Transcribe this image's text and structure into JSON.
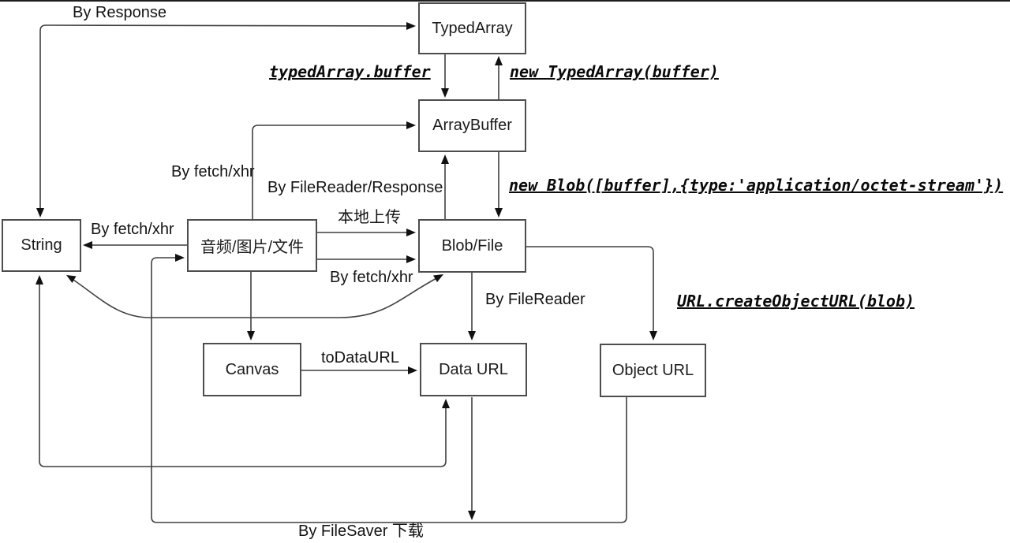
{
  "diagram": {
    "title_hint": "JavaScript binary data conversion flowchart",
    "colors": {
      "background": "#ffffff",
      "line": "#3f3f3f",
      "box_border": "#4d4d4d",
      "text": "#141414"
    },
    "nodes": {
      "typed_array": {
        "label": "TypedArray"
      },
      "array_buffer": {
        "label": "ArrayBuffer"
      },
      "string": {
        "label": "String"
      },
      "media_file": {
        "label": "音频/图片/文件"
      },
      "blob_file": {
        "label": "Blob/File"
      },
      "canvas": {
        "label": "Canvas"
      },
      "data_url": {
        "label": "Data URL"
      },
      "object_url": {
        "label": "Object URL"
      }
    },
    "edge_labels": {
      "by_response": "By Response",
      "typedarray_buffer": "typedArray.buffer",
      "new_typedarray": "new TypedArray(buffer)",
      "by_fetch_xhr_top": "By fetch/xhr",
      "by_filereader_response": "By FileReader/Response",
      "new_blob": "new Blob([buffer],{type:'application/octet-stream'})",
      "by_fetch_xhr_string": "By fetch/xhr",
      "local_upload": "本地上传",
      "by_fetch_xhr_blob": "By fetch/xhr",
      "by_filereader": "By FileReader",
      "url_create_object_url": "URL.createObjectURL(blob)",
      "to_data_url": "toDataURL",
      "by_filesaver": "By FileSaver 下载"
    },
    "edges": [
      {
        "from": "String",
        "to": "TypedArray",
        "label": "By Response",
        "arrows": "both"
      },
      {
        "from": "TypedArray",
        "to": "ArrayBuffer",
        "label": "typedArray.buffer",
        "arrows": "end"
      },
      {
        "from": "ArrayBuffer",
        "to": "TypedArray",
        "label": "new TypedArray(buffer)",
        "arrows": "end"
      },
      {
        "from": "音频/图片/文件",
        "to": "ArrayBuffer",
        "label": "By fetch/xhr",
        "arrows": "end"
      },
      {
        "from": "Blob/File",
        "to": "ArrayBuffer",
        "label": "By FileReader/Response",
        "arrows": "end"
      },
      {
        "from": "ArrayBuffer",
        "to": "Blob/File",
        "label": "new Blob([buffer],{type:'application/octet-stream'})",
        "arrows": "end"
      },
      {
        "from": "音频/图片/文件",
        "to": "String",
        "label": "By fetch/xhr",
        "arrows": "end"
      },
      {
        "from": "音频/图片/文件",
        "to": "Blob/File",
        "label": "本地上传",
        "arrows": "end"
      },
      {
        "from": "音频/图片/文件",
        "to": "Blob/File",
        "label": "By fetch/xhr",
        "arrows": "end"
      },
      {
        "from": "String",
        "to": "Blob/File",
        "label": "",
        "arrows": "both"
      },
      {
        "from": "Data URL",
        "to": "String",
        "label": "",
        "arrows": "both"
      },
      {
        "from": "Blob/File",
        "to": "Data URL",
        "label": "By FileReader",
        "arrows": "end"
      },
      {
        "from": "Blob/File",
        "to": "Object URL",
        "label": "URL.createObjectURL(blob)",
        "arrows": "end"
      },
      {
        "from": "音频/图片/文件",
        "to": "Canvas",
        "label": "",
        "arrows": "end"
      },
      {
        "from": "Canvas",
        "to": "Data URL",
        "label": "toDataURL",
        "arrows": "end"
      },
      {
        "from": "Object URL",
        "to": "音频/图片/文件",
        "label": "By FileSaver 下载",
        "arrows": "end"
      },
      {
        "from": "Data URL",
        "to": "download-path",
        "label": "By FileSaver 下载",
        "arrows": "end"
      }
    ]
  }
}
